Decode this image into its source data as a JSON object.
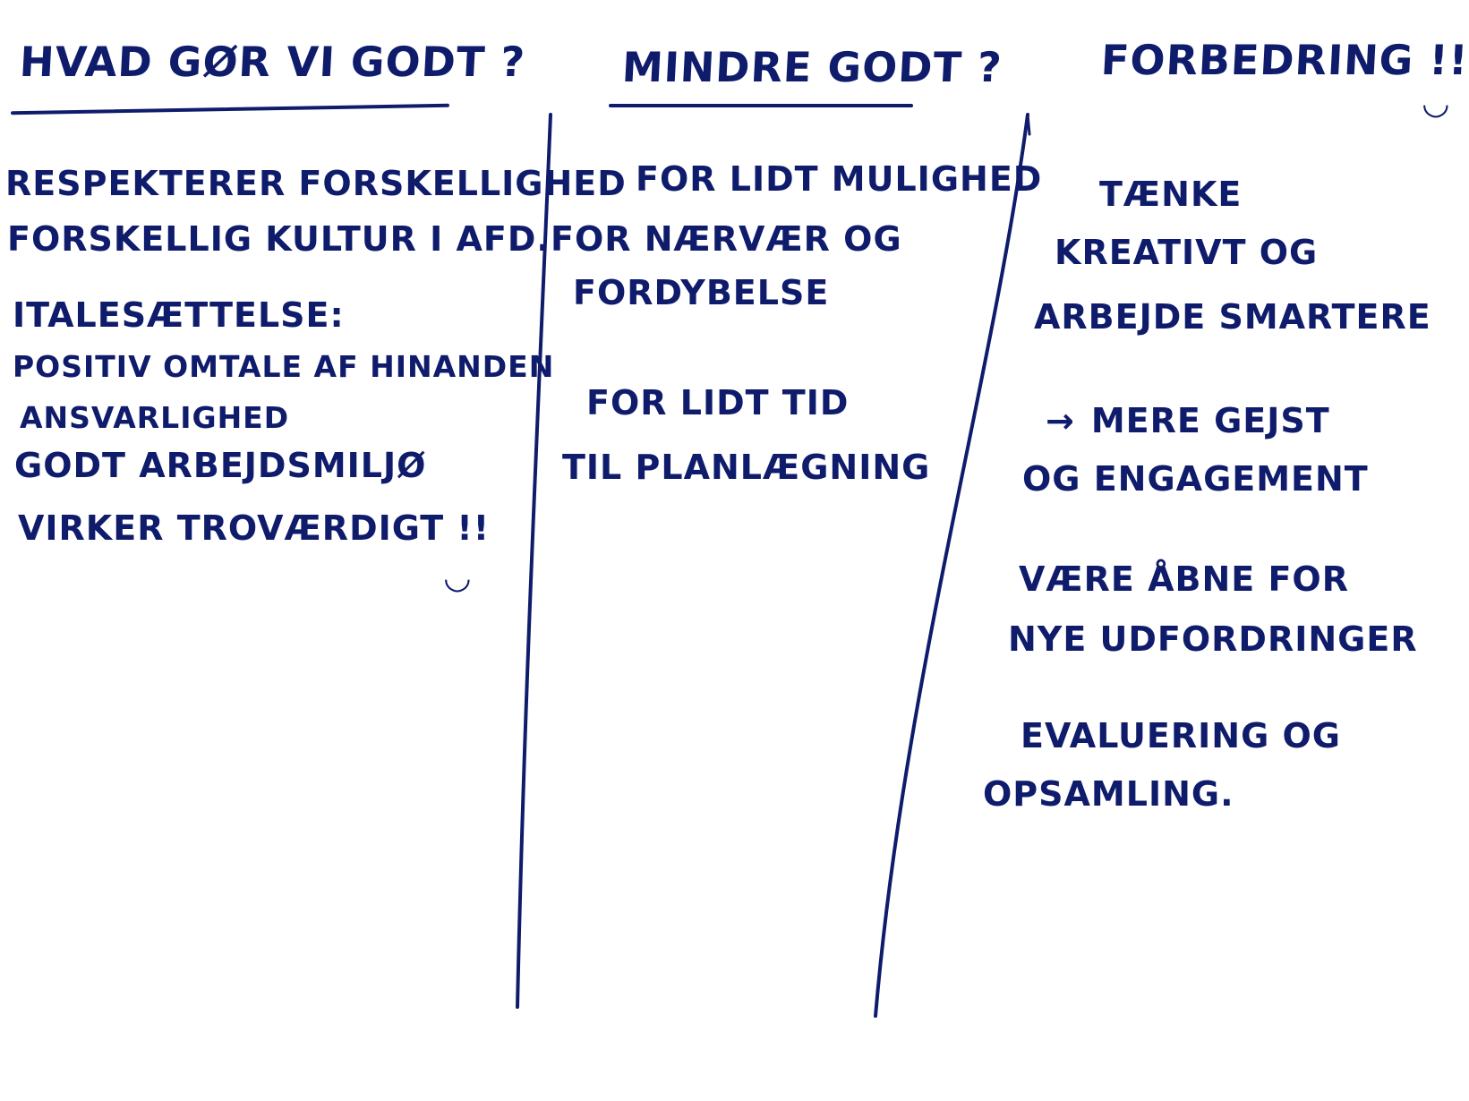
{
  "board": {
    "ink_color": "#0f1b6b",
    "background": "#ffffff"
  },
  "columns": [
    {
      "heading": "HVAD GØR VI GODT ?",
      "lines": [
        "RESPEKTERER FORSKELLIGHED",
        "FORSKELLIG KULTUR I AFD.",
        "ITALESÆTTELSE:",
        "POSITIV OMTALE AF HINANDEN",
        "ANSVARLIGHED",
        "GODT ARBEJDSMILJØ",
        "VIRKER TROVÆRDIGT !!"
      ],
      "smiley": "◡"
    },
    {
      "heading": "MINDRE GODT ?",
      "lines": [
        "FOR LIDT MULIGHED",
        "FOR NÆRVÆR OG",
        "FORDYBELSE",
        "FOR LIDT TID",
        "TIL PLANLÆGNING"
      ]
    },
    {
      "heading": "FORBEDRING !!",
      "smiley": "◡",
      "lines": [
        "TÆNKE",
        "KREATIVT OG",
        "ARBEJDE SMARTERE",
        "MERE GEJST",
        "OG ENGAGEMENT",
        "VÆRE ÅBNE FOR",
        "NYE UDFORDRINGER",
        "EVALUERING OG",
        "OPSAMLING."
      ],
      "arrow": "→"
    }
  ]
}
